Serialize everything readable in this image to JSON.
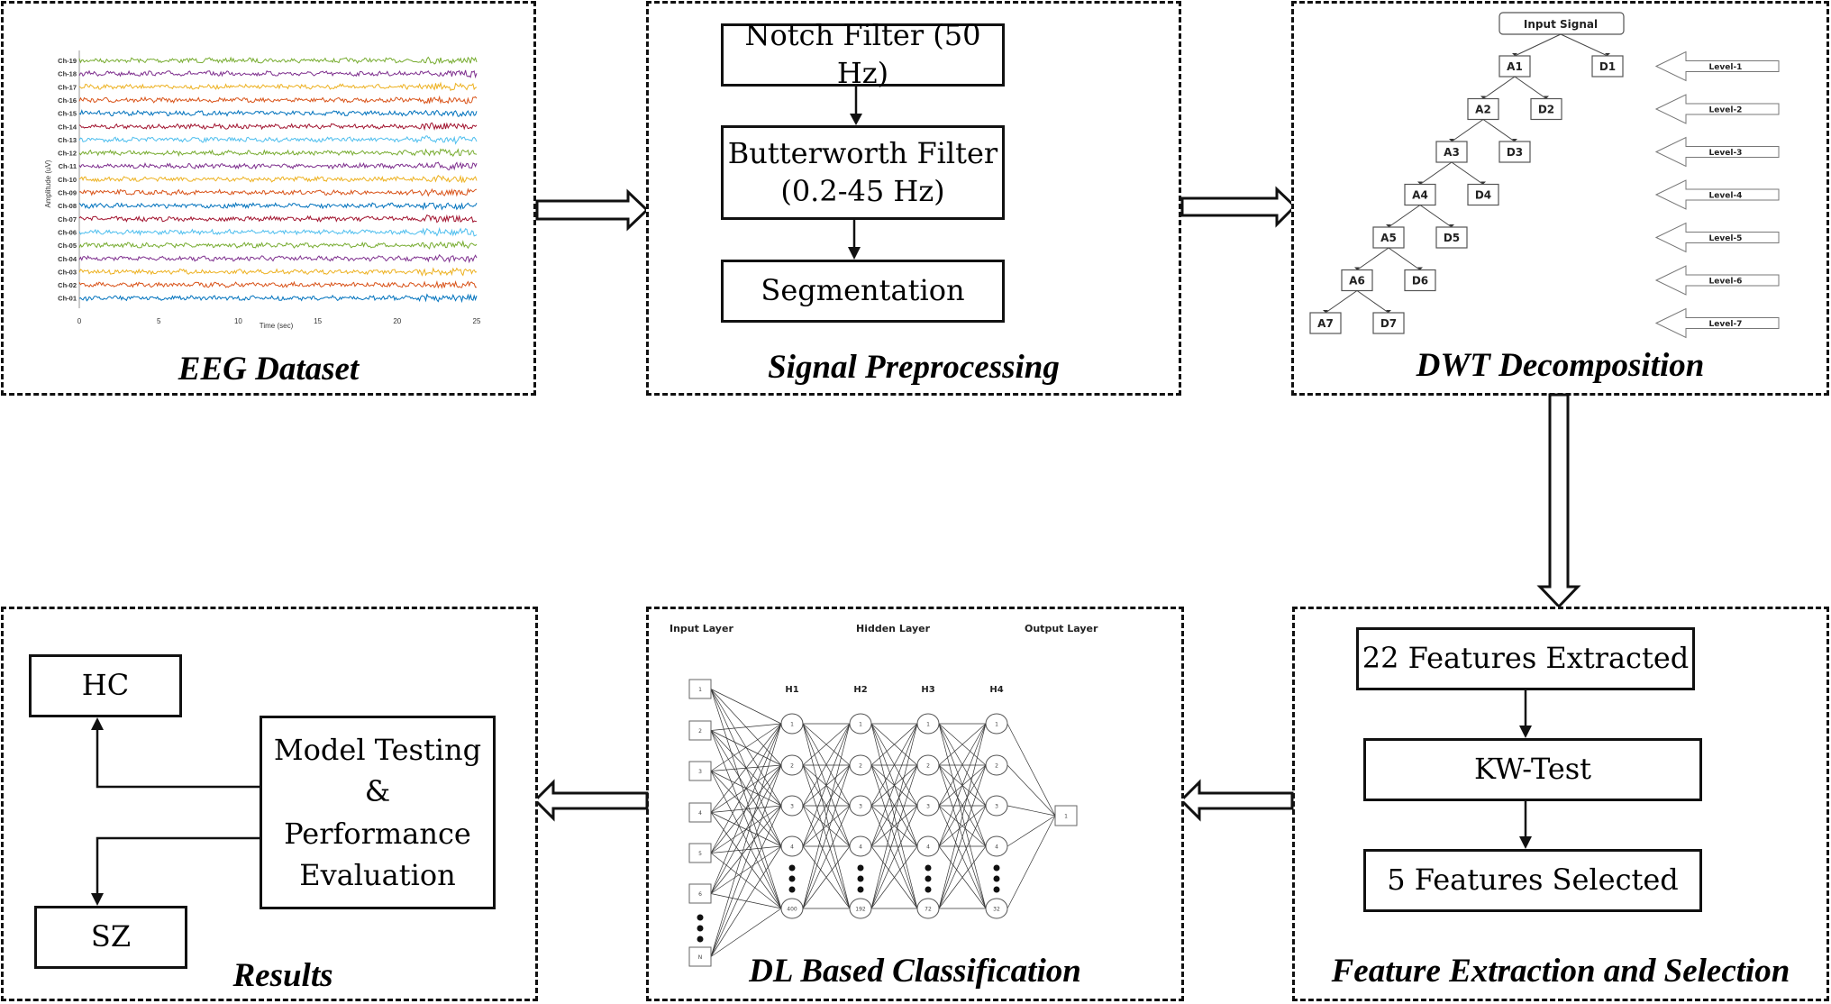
{
  "panels": {
    "eeg": {
      "title": "EEG Dataset",
      "chart": {
        "ylabel": "Amplitude (uV)",
        "xlabel": "Time (sec)",
        "xticks": [
          "0",
          "5",
          "10",
          "15",
          "20",
          "25"
        ],
        "xlim": [
          0,
          25
        ],
        "channels": [
          {
            "label": "Ch-19",
            "color": "#77ac30"
          },
          {
            "label": "Ch-18",
            "color": "#7e2f8e"
          },
          {
            "label": "Ch-17",
            "color": "#edb120"
          },
          {
            "label": "Ch-16",
            "color": "#d95319"
          },
          {
            "label": "Ch-15",
            "color": "#0072bd"
          },
          {
            "label": "Ch-14",
            "color": "#a2142f"
          },
          {
            "label": "Ch-13",
            "color": "#4dbeee"
          },
          {
            "label": "Ch-12",
            "color": "#77ac30"
          },
          {
            "label": "Ch-11",
            "color": "#7e2f8e"
          },
          {
            "label": "Ch-10",
            "color": "#edb120"
          },
          {
            "label": "Ch-09",
            "color": "#d95319"
          },
          {
            "label": "Ch-08",
            "color": "#0072bd"
          },
          {
            "label": "Ch-07",
            "color": "#a2142f"
          },
          {
            "label": "Ch-06",
            "color": "#4dbeee"
          },
          {
            "label": "Ch-05",
            "color": "#77ac30"
          },
          {
            "label": "Ch-04",
            "color": "#7e2f8e"
          },
          {
            "label": "Ch-03",
            "color": "#edb120"
          },
          {
            "label": "Ch-02",
            "color": "#d95319"
          },
          {
            "label": "Ch-01",
            "color": "#0072bd"
          }
        ]
      }
    },
    "preprocessing": {
      "title": "Signal Preprocessing",
      "steps": [
        "Notch Filter (50 Hz)",
        "Butterworth Filter\n(0.2-45 Hz)",
        "Segmentation"
      ]
    },
    "dwt": {
      "title": "DWT Decomposition",
      "root": "Input Signal",
      "levels": [
        {
          "approx": "A1",
          "detail": "D1",
          "label": "Level-1"
        },
        {
          "approx": "A2",
          "detail": "D2",
          "label": "Level-2"
        },
        {
          "approx": "A3",
          "detail": "D3",
          "label": "Level-3"
        },
        {
          "approx": "A4",
          "detail": "D4",
          "label": "Level-4"
        },
        {
          "approx": "A5",
          "detail": "D5",
          "label": "Level-5"
        },
        {
          "approx": "A6",
          "detail": "D6",
          "label": "Level-6"
        },
        {
          "approx": "A7",
          "detail": "D7",
          "label": "Level-7"
        }
      ]
    },
    "features": {
      "title": "Feature Extraction and Selection",
      "steps": [
        "22 Features Extracted",
        "KW-Test",
        "5 Features Selected"
      ]
    },
    "classification": {
      "title": "DL Based Classification",
      "input_layer_label": "Input Layer",
      "hidden_layer_label": "Hidden Layer",
      "output_layer_label": "Output Layer",
      "input_nodes": [
        "1",
        "2",
        "3",
        "4",
        "5",
        "6",
        "N"
      ],
      "hidden_layers": [
        {
          "name": "H1",
          "nodes": [
            "1",
            "2",
            "3",
            "4",
            "400"
          ]
        },
        {
          "name": "H2",
          "nodes": [
            "1",
            "2",
            "3",
            "4",
            "192"
          ]
        },
        {
          "name": "H3",
          "nodes": [
            "1",
            "2",
            "3",
            "4",
            "72"
          ]
        },
        {
          "name": "H4",
          "nodes": [
            "1",
            "2",
            "3",
            "4",
            "32"
          ]
        }
      ],
      "output_nodes": [
        "1"
      ]
    },
    "results": {
      "title": "Results",
      "evaluation": "Model Testing\n&\nPerformance\nEvaluation",
      "class_a": "HC",
      "class_b": "SZ"
    }
  }
}
